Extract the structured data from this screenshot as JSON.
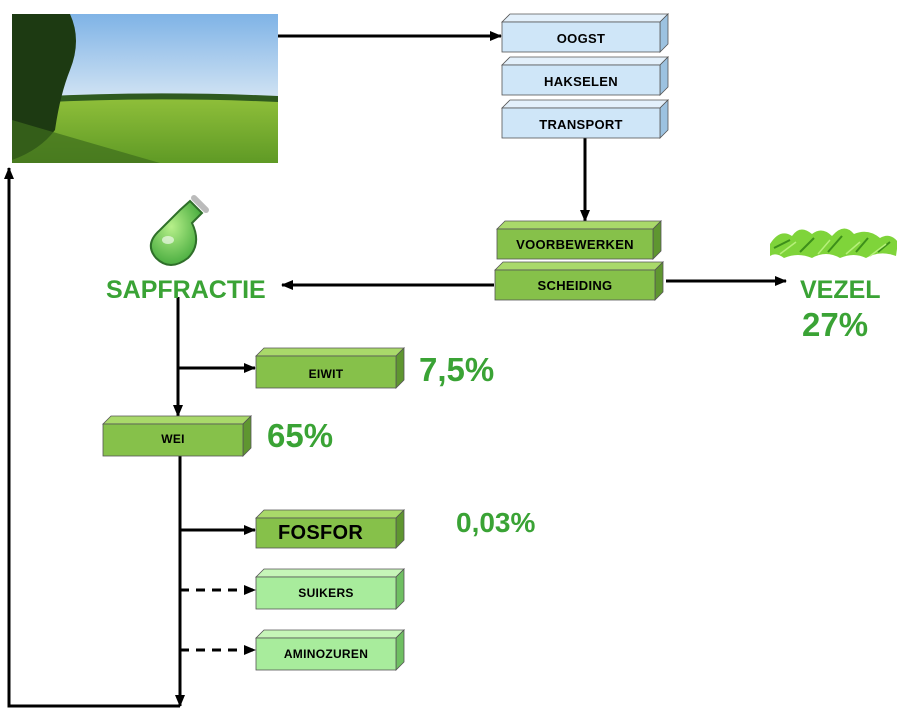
{
  "colors": {
    "blue_face": "#cfe6f8",
    "blue_top": "#e3f0fb",
    "blue_side": "#9cc2e0",
    "green_face": "#86c14a",
    "green_top": "#a9d96a",
    "green_side": "#5f9630",
    "light_green_face": "#a8ec9c",
    "light_green_top": "#c6f5b8",
    "light_green_side": "#6fbf62",
    "label_green": "#3aa335",
    "arrow": "#000000"
  },
  "process": {
    "oogst": "OOGST",
    "hakselen": "HAKSELEN",
    "transport": "TRANSPORT",
    "voorbewerken": "VOORBEWERKEN",
    "scheiding": "SCHEIDING"
  },
  "outputs": {
    "sapfractie": "SAPFRACTIE",
    "vezel": "VEZEL",
    "vezel_pct": "27%"
  },
  "products": {
    "eiwit": "EIWIT",
    "eiwit_pct": "7,5%",
    "wei": "WEI",
    "wei_pct": "65%",
    "fosfor": "FOSFOR",
    "fosfor_pct": "0,03%",
    "suikers": "SUIKERS",
    "aminozuren": "AMINOZUREN"
  },
  "icons": {
    "field": "grass-field-photo-icon",
    "flask": "flask-icon",
    "fibre": "grass-fibre-icon"
  }
}
